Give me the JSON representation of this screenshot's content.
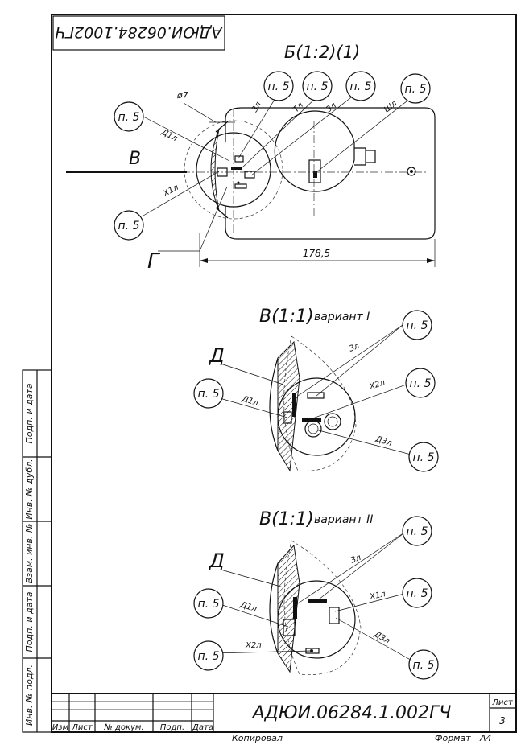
{
  "frame_stamp": "АДЮИ.06284.1002ГЧ",
  "views": {
    "b": {
      "title": "Б(1:2)(1)",
      "dimension": "178,5",
      "diameter": "ø7",
      "section_v": "В",
      "section_g": "Г"
    },
    "v1": {
      "title": "В(1:1)",
      "variant": "вариант I",
      "mark_d": "Д"
    },
    "v2": {
      "title": "В(1:1)",
      "variant": "вариант II",
      "mark_d": "Д"
    }
  },
  "callout_label": "п. 5",
  "leader_labels": {
    "b_d1": "Д1л",
    "b_x1": "Х1л",
    "b_z1": "Зл",
    "b_t": "Тл",
    "b_z2": "Зл",
    "b_sh": "Шл",
    "v1_z": "Зл",
    "v1_x2": "Х2л",
    "v1_d1": "Д1л",
    "v1_d3": "Д3л",
    "v2_z": "Зл",
    "v2_x1": "Х1л",
    "v2_d1": "Д1л",
    "v2_x2": "Х2л",
    "v2_d3": "Д3л"
  },
  "side_stamp": [
    "Подп. и дата",
    "Инв. № дубл.",
    "Взам. инв. №",
    "Подп. и дата",
    "Инв. № подл."
  ],
  "title_block": {
    "doc_number": "АДЮИ.06284.1.002ГЧ",
    "sheet_label": "Лист",
    "sheet_number": "3",
    "columns": [
      "Изм",
      "Лист",
      "№ докум.",
      "Подп.",
      "Дата"
    ]
  },
  "footer": {
    "copied": "Копировал",
    "format_label": "Формат",
    "format_value": "А4"
  }
}
